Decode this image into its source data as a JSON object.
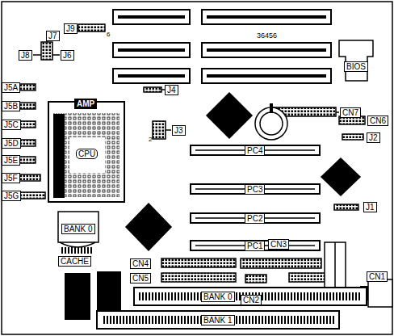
{
  "diagram": {
    "nodes": [
      {
        "text": [
          "J9"
        ]
      },
      {
        "text": [
          "J7"
        ]
      },
      {
        "text": [
          "J8"
        ]
      },
      {
        "text": [
          "J6"
        ]
      },
      {
        "text": [
          "BIOS"
        ]
      },
      {
        "text": [
          "J4"
        ]
      },
      {
        "text": [
          "CN7"
        ]
      },
      {
        "text": [
          "J5A"
        ]
      },
      {
        "text": [
          "AMP"
        ]
      },
      {
        "text": [
          "J5B"
        ]
      },
      {
        "text": [
          "J3"
        ]
      },
      {
        "text": [
          "CN6"
        ]
      },
      {
        "text": [
          "J5C"
        ]
      },
      {
        "text": [
          "J2"
        ]
      },
      {
        "text": [
          "J5D"
        ]
      },
      {
        "text": [
          "CPU"
        ]
      },
      {
        "text": [
          "J5E"
        ]
      },
      {
        "text": [
          "PC4"
        ]
      },
      {
        "text": [
          "J5F"
        ]
      },
      {
        "text": [
          "PC3"
        ]
      },
      {
        "text": [
          "J5G"
        ]
      },
      {
        "text": [
          "J1"
        ]
      },
      {
        "text": [
          "PC2"
        ]
      },
      {
        "text": [
          "BANK 0"
        ]
      },
      {
        "text": [
          "PC1"
        ]
      },
      {
        "text": [
          "CN3"
        ]
      },
      {
        "text": [
          "CACHE"
        ]
      },
      {
        "text": [
          "CN4"
        ]
      },
      {
        "text": [
          "CN1"
        ]
      },
      {
        "text": [
          "CN5"
        ]
      },
      {
        "text": [
          "BANK 0"
        ]
      },
      {
        "text": [
          "CN2"
        ]
      },
      {
        "text": [
          "BANK 1"
        ]
      }
    ],
    "labels": [
      "36456",
      "6",
      "2"
    ]
  }
}
